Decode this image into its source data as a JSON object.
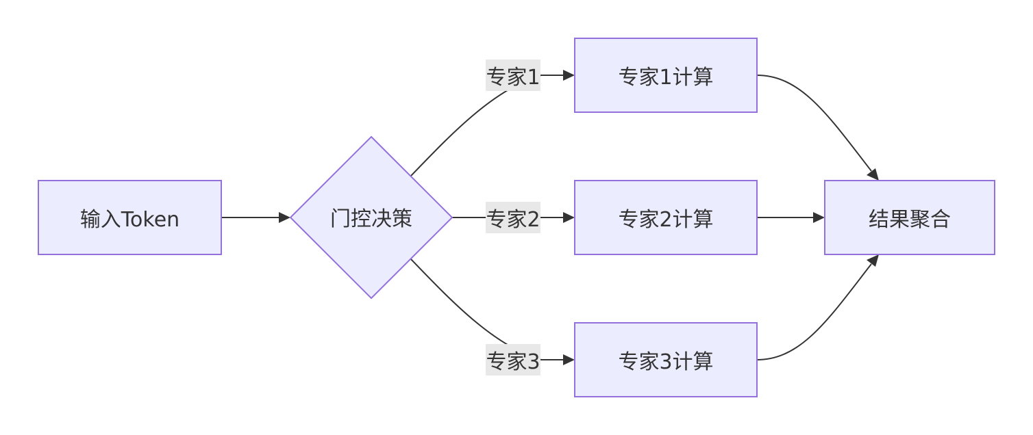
{
  "nodes": {
    "input": "输入Token",
    "gate": "门控决策",
    "expert1": "专家1计算",
    "expert2": "专家2计算",
    "expert3": "专家3计算",
    "aggregate": "结果聚合"
  },
  "edge_labels": {
    "e1": "专家1",
    "e2": "专家2",
    "e3": "专家3"
  }
}
